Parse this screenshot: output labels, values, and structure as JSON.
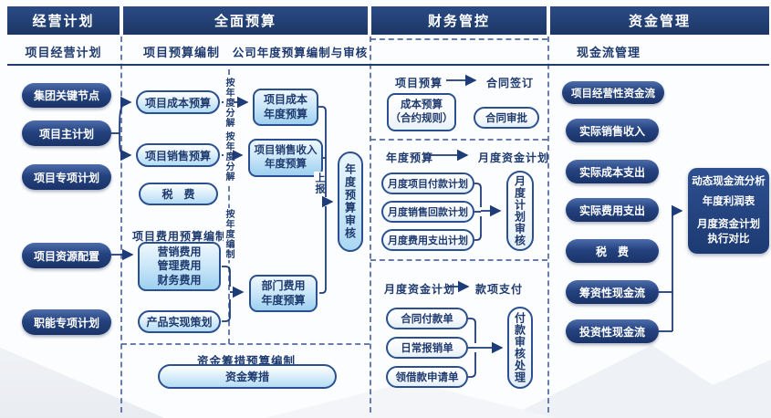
{
  "colors": {
    "navy": "#1e3a6e",
    "dark_pill": "#24427f",
    "light_fill": "#b4dcf5",
    "border": "#2a508f",
    "header_text": "#ffffff"
  },
  "headers": {
    "col1": "经营计划",
    "col2": "全面预算",
    "col3": "财务管控",
    "col4": "资金管理"
  },
  "plan": {
    "subheader": "项目经营计划",
    "items": [
      "集团关键节点",
      "项目主计划",
      "项目专项计划",
      "项目资源配置",
      "职能专项计划"
    ]
  },
  "budget": {
    "subheader_left": "项目预算编制",
    "subheader_right": "公司年度预算编制与审核",
    "cost_pill": "项目成本预算",
    "sales_pill": "项目销售预算",
    "tax_pill": "税　费",
    "decompose_label_1": "按年度分解",
    "decompose_label_2": "按年度分解",
    "compile_label": "按年度编制",
    "fee_section_label": "项目费用预算编制",
    "fee_box_lines": [
      "营销费用",
      "管理费用",
      "财务费用"
    ],
    "product_pill": "产品实现策划",
    "annual_cost_box": [
      "项目成本",
      "年度预算"
    ],
    "annual_sales_box": [
      "项目销售收入",
      "年度预算"
    ],
    "dept_fee_box": [
      "部门费用",
      "年度预算"
    ],
    "report_label": "上报",
    "annual_review_pill": "年度预算审核",
    "funding_section_label": "资金筹措预算编制",
    "funding_pill": "资金筹措"
  },
  "finance": {
    "s1": {
      "from": "项目预算",
      "to": "合同签订",
      "box_lines": [
        "成本预算",
        "（合约规则）"
      ],
      "pill": "合同审批"
    },
    "s2": {
      "from": "年度预算",
      "to": "月度资金计划",
      "pills": [
        "月度项目付款计划",
        "月度销售回款计划",
        "月度费用支出计划"
      ],
      "review_pill": "月度计划审核"
    },
    "s3": {
      "from": "月度资金计划",
      "to": "款项支付",
      "pills": [
        "合同付款单",
        "日常报销单",
        "领借款申请单"
      ],
      "review_pill": "付款审核处理"
    }
  },
  "cash": {
    "subheader": "现金流管理",
    "items": [
      "项目经营性资金流",
      "实际销售收入",
      "实际成本支出",
      "实际费用支出",
      "税　费",
      "筹资性现金流",
      "投资性现金流"
    ],
    "analysis_box_lines": [
      "动态现金流分析",
      "年度利润表",
      "月度资金计划",
      "执行对比"
    ]
  }
}
